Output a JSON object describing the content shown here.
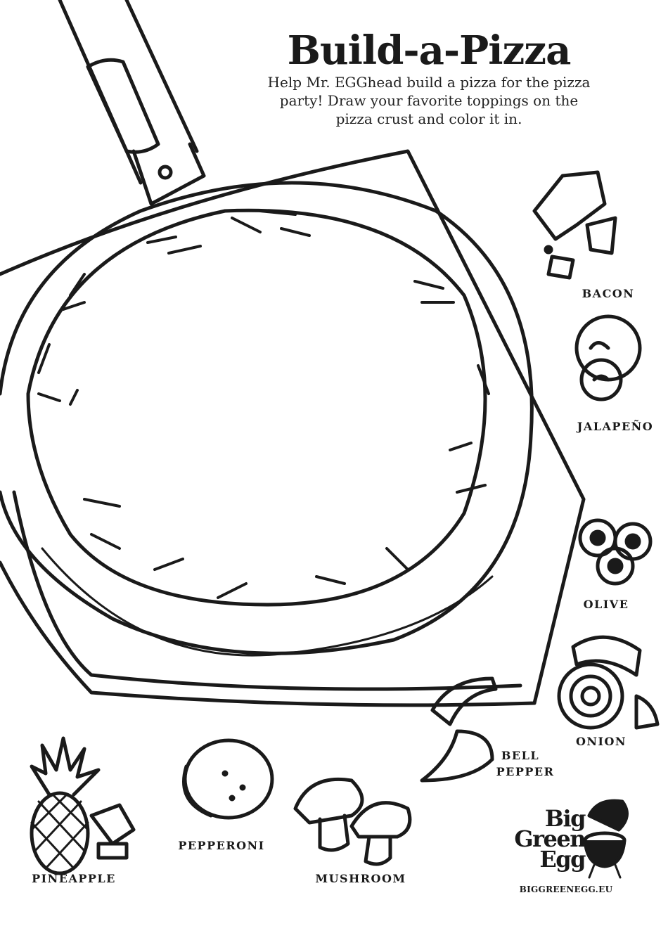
{
  "header": {
    "title": "Build-a-Pizza",
    "instructions": "Help Mr. EGGhead build a pizza for the pizza party! Draw your favorite toppings on the pizza crust and color it in."
  },
  "toppings": [
    {
      "label": "BACON",
      "icon": "bacon-icon"
    },
    {
      "label": "JALAPEÑO",
      "icon": "jalapeno-icon"
    },
    {
      "label": "OLIVE",
      "icon": "olive-icon"
    },
    {
      "label": "ONION",
      "icon": "onion-icon"
    },
    {
      "label_line1": "BELL",
      "label_line2": "PEPPER",
      "icon": "bell-pepper-icon"
    },
    {
      "label": "PEPPERONI",
      "icon": "pepperoni-icon"
    },
    {
      "label": "MUSHROOM",
      "icon": "mushroom-icon"
    },
    {
      "label": "PINEAPPLE",
      "icon": "pineapple-icon"
    }
  ],
  "logo": {
    "line1": "Big",
    "line2": "Green",
    "line3": "Egg",
    "url": "BIGGREENEGG.EU"
  },
  "colors": {
    "ink": "#1a1a1a",
    "paper": "#ffffff"
  }
}
